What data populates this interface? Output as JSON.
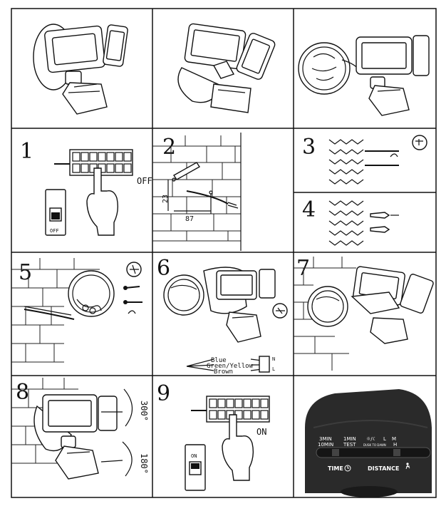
{
  "steps": {
    "s1": {
      "num": "1",
      "switch_label": "OFF",
      "breaker_label": "OFF"
    },
    "s2": {
      "num": "2",
      "dim_vertical": "23",
      "dim_horizontal": "87"
    },
    "s3": {
      "num": "3"
    },
    "s4": {
      "num": "4"
    },
    "s5": {
      "num": "5"
    },
    "s6": {
      "num": "6",
      "wire_blue": "Blue",
      "wire_green": "Green/Yellow",
      "wire_brown": "Brown",
      "term_n": "N",
      "term_l": "L"
    },
    "s7": {
      "num": "7"
    },
    "s8": {
      "num": "8",
      "angle_top": "300°",
      "angle_bottom": "180°"
    },
    "s9": {
      "num": "9",
      "switch_label": "ON",
      "breaker_label": "ON"
    }
  },
  "control_panel": {
    "time_top_left": "3MIN",
    "time_bottom_left": "10MIN",
    "time_top_right": "1MIN",
    "time_bottom_right": "TEST",
    "time_label": "TIME",
    "dist_top_left": "☼/☾",
    "dist_bottom_left": "DUSK TO DAWN",
    "dist_top_mid": "L",
    "dist_top_right": "M",
    "dist_bottom_right": "H",
    "distance_label": "DISTANCE"
  }
}
